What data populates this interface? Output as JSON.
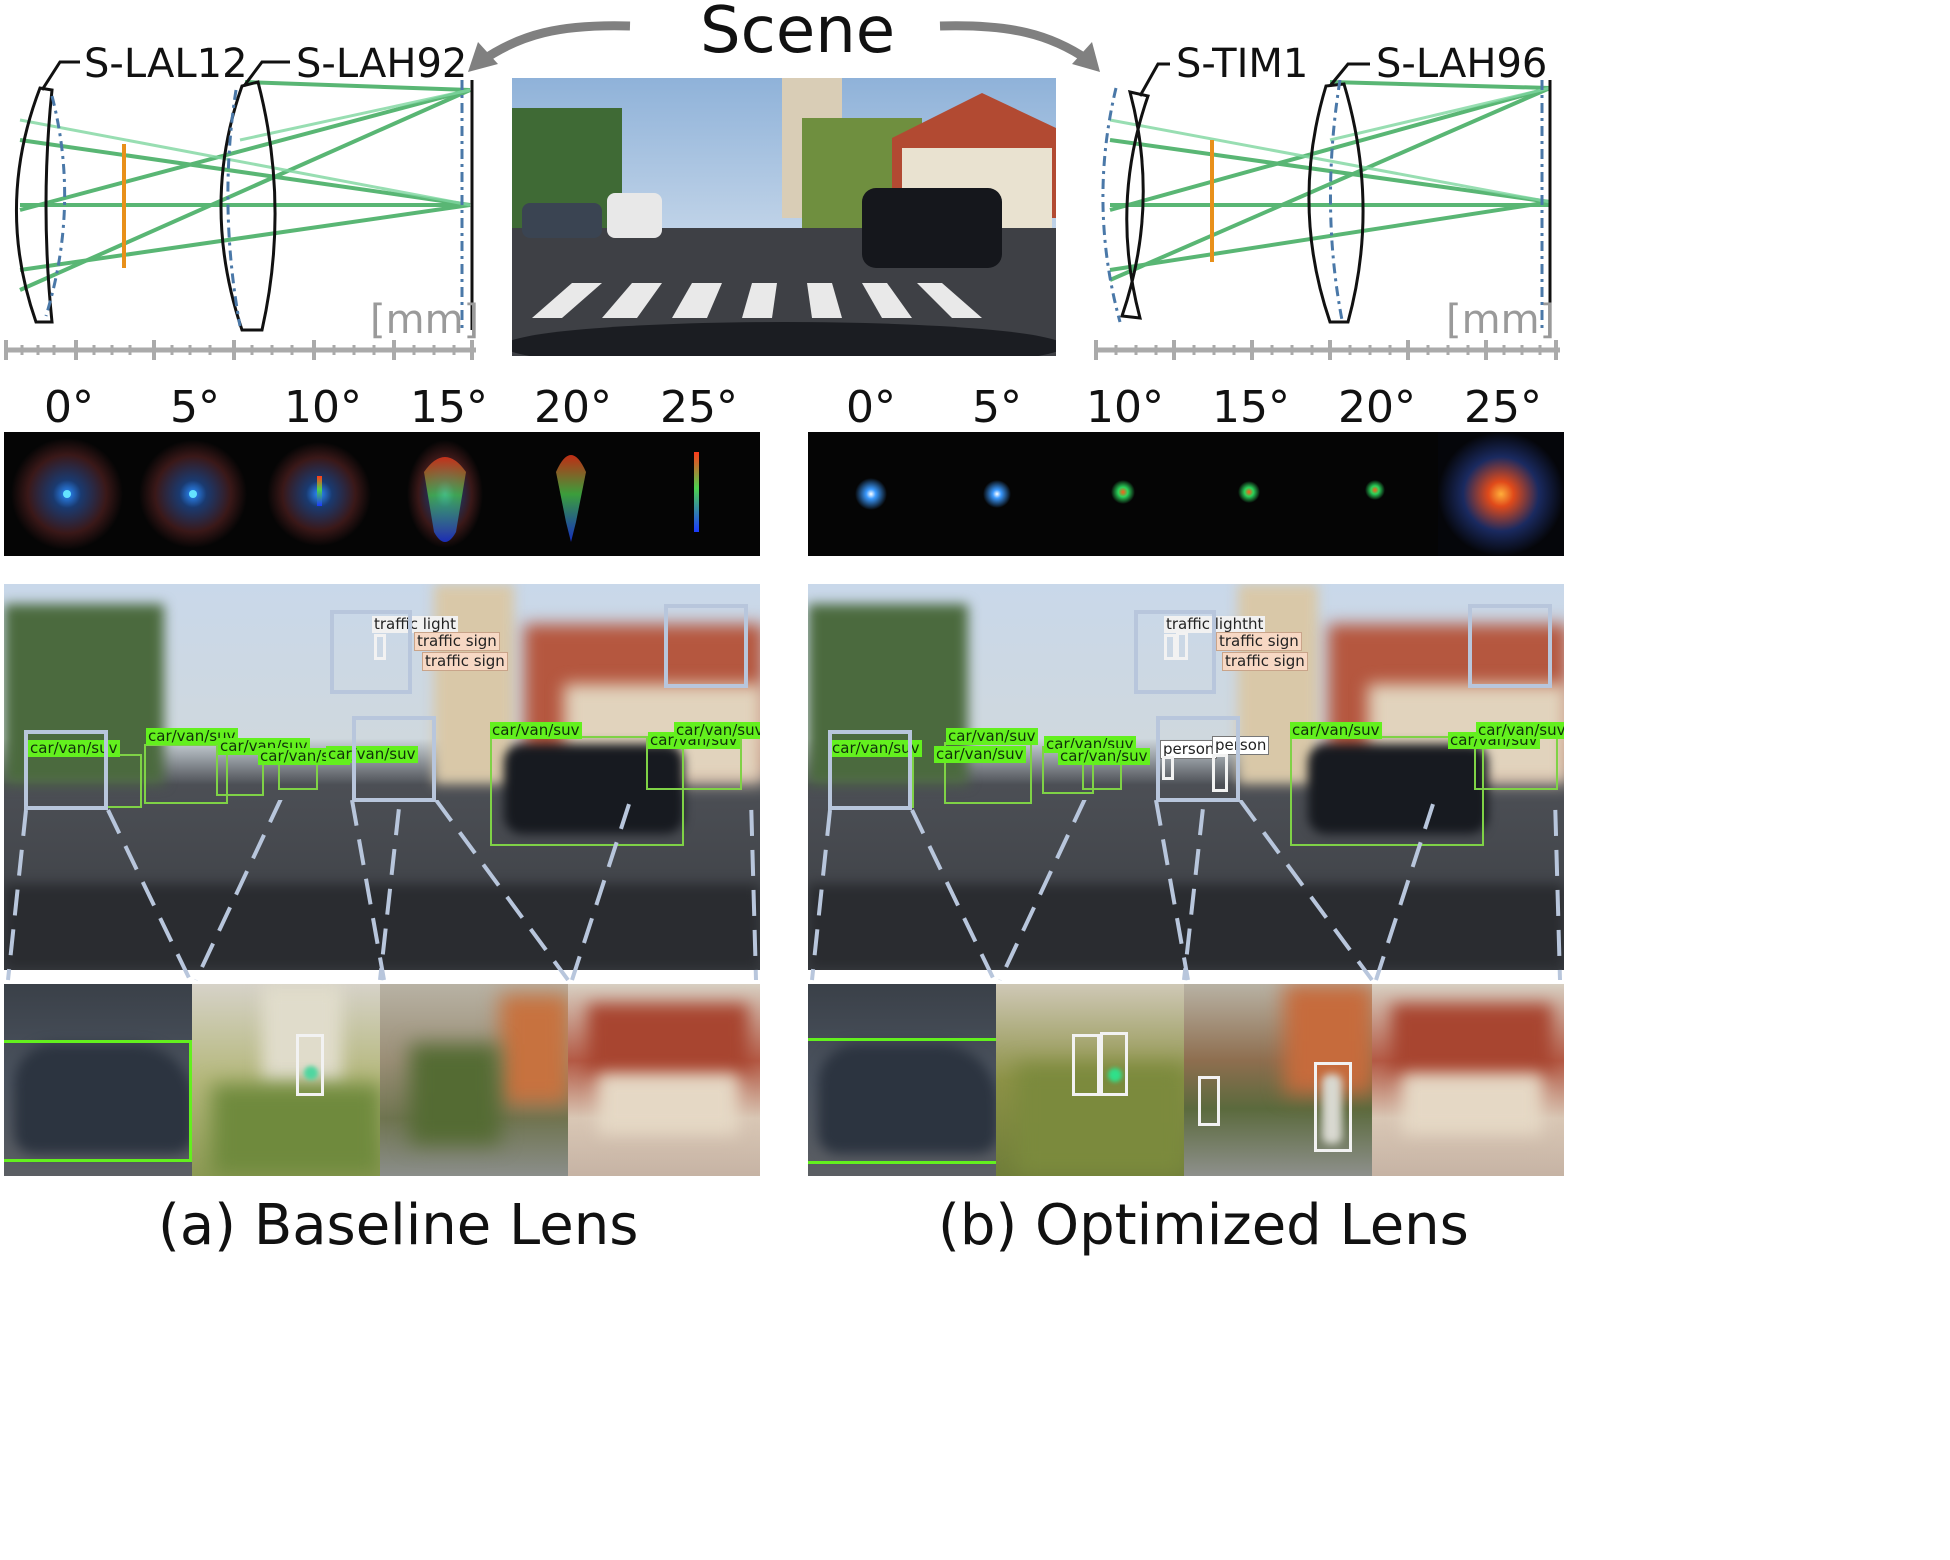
{
  "scene_label": "Scene",
  "baseline": {
    "lens_labels": [
      "S-LAL12",
      "S-LAH92"
    ],
    "mm_label": "[mm]",
    "angles": [
      "0°",
      "5°",
      "10°",
      "15°",
      "20°",
      "25°"
    ],
    "detections": {
      "car": "car/van/suv",
      "sign": "traffic sign",
      "light": "traffic light"
    },
    "caption": "(a) Baseline Lens"
  },
  "optimized": {
    "lens_labels": [
      "S-TIM1",
      "S-LAH96"
    ],
    "mm_label": "[mm]",
    "angles": [
      "0°",
      "5°",
      "10°",
      "15°",
      "20°",
      "25°"
    ],
    "detections": {
      "car": "car/van/suv",
      "sign": "traffic sign",
      "light": "traffic lightht",
      "person": "person",
      "person_partial": "person"
    },
    "caption": "(b) Optimized Lens"
  },
  "colors": {
    "ray_green": "#3daa5c",
    "stop_orange": "#e8901a",
    "lens_outline": "#111111",
    "dash_blue": "#4a78a8",
    "zoom_frame": "#b8c6dc",
    "det_green": "#63f01e"
  }
}
